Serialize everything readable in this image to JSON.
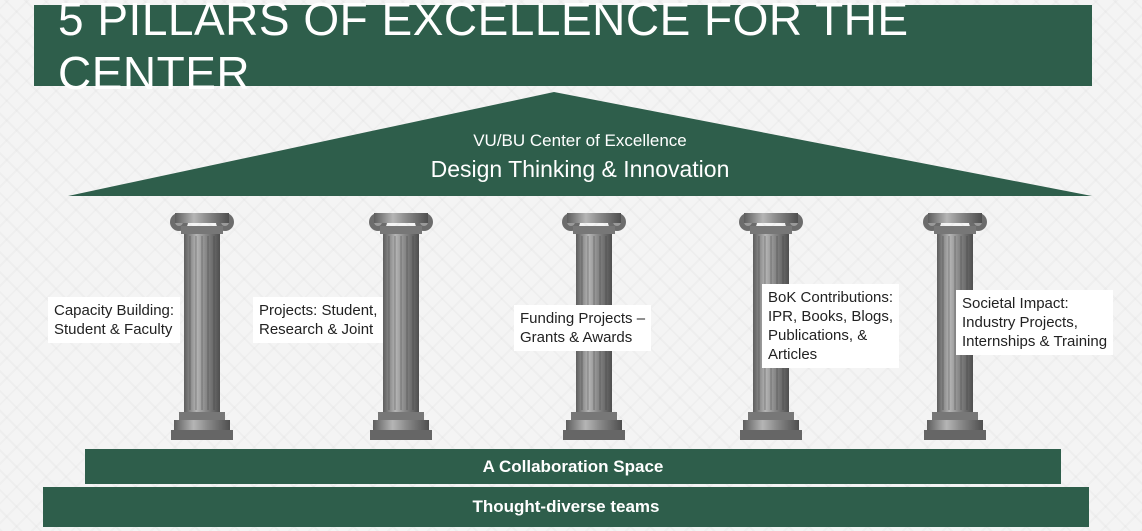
{
  "title": "5 PILLARS OF EXCELLENCE FOR THE CENTER",
  "roof": {
    "subtitle": "VU/BU Center of Excellence",
    "main": "Design Thinking & Innovation"
  },
  "pillars": [
    {
      "lines": [
        "Capacity Building:",
        "Student & Faculty"
      ]
    },
    {
      "lines": [
        "Projects: Student,",
        "Research & Joint"
      ]
    },
    {
      "lines": [
        "Funding Projects –",
        "Grants & Awards"
      ]
    },
    {
      "lines": [
        "BoK Contributions:",
        "IPR, Books, Blogs,",
        "Publications, &",
        "Articles"
      ]
    },
    {
      "lines": [
        "Societal Impact:",
        "Industry Projects,",
        "Internships & Training"
      ]
    }
  ],
  "base": {
    "upper": "A Collaboration Space",
    "lower": "Thought-diverse teams"
  },
  "colors": {
    "accent": "#2e5e4b",
    "pillar": "#8a8a8a"
  }
}
